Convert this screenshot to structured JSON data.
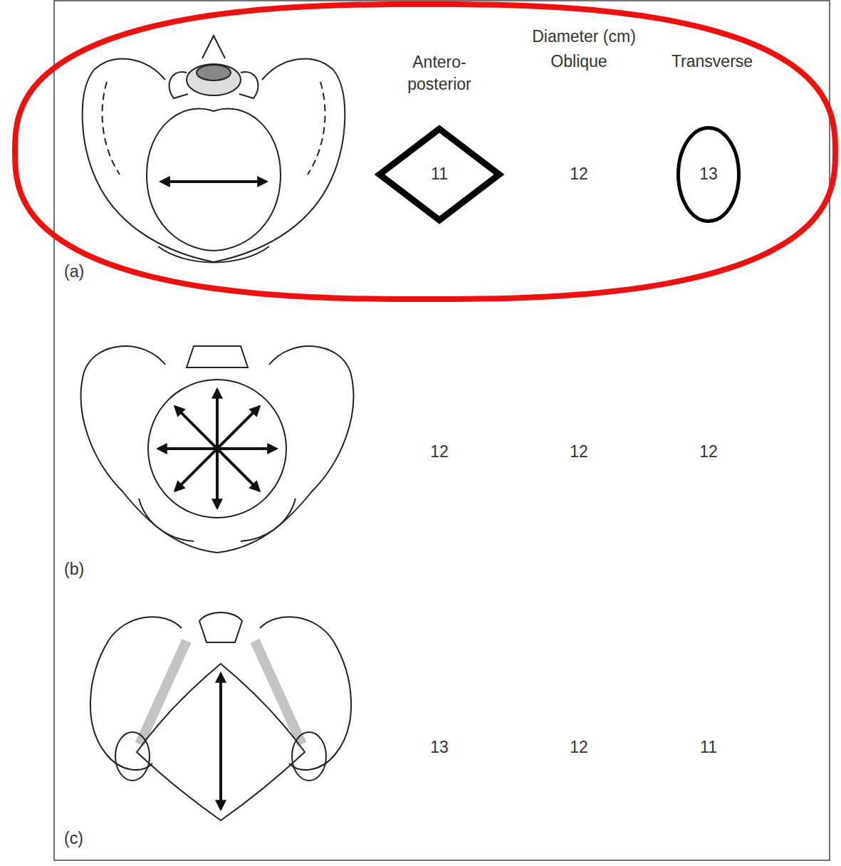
{
  "diagram": {
    "nodes": [
      {
        "text": [
          "Diameter (cm)",
          "Antero- posterior",
          "Oblique",
          "Transverse",
          "12"
        ]
      },
      {
        "text": [
          "11"
        ],
        "in": 0
      },
      {
        "text": [
          "13"
        ],
        "in": 0
      }
    ],
    "labels": [
      "(a)",
      "12",
      "12",
      "12",
      "(b)",
      "13",
      "12",
      "11",
      "(c)"
    ]
  }
}
